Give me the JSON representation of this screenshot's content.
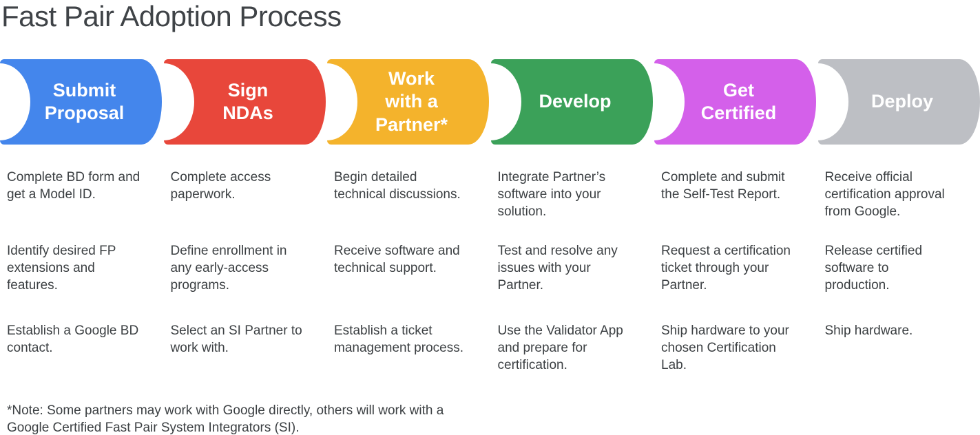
{
  "title": "Fast Pair Adoption Process",
  "note": "*Note: Some partners may work with Google directly, others will work with a\nGoogle Certified Fast Pair System Integrators (SI).",
  "text_color": "#3c4043",
  "stages": [
    {
      "label": "Submit\nProposal",
      "color": "#4486EC",
      "tasks": [
        "Complete BD form and\nget a Model ID.",
        "Identify desired FP\nextensions and\nfeatures.",
        "Establish a Google BD\ncontact."
      ]
    },
    {
      "label": "Sign\nNDAs",
      "color": "#E8473B",
      "tasks": [
        "Complete access\npaperwork.",
        "Define enrollment in\nany early-access\nprograms.",
        "Select an SI Partner to\nwork with."
      ]
    },
    {
      "label": "Work\nwith a\nPartner*",
      "color": "#F4B32C",
      "tasks": [
        "Begin detailed\ntechnical discussions.",
        "Receive software and\ntechnical support.",
        "Establish a ticket\nmanagement process."
      ]
    },
    {
      "label": "Develop",
      "color": "#3BA159",
      "tasks": [
        "Integrate Partner’s\nsoftware into your\nsolution.",
        "Test and resolve any\nissues with your\nPartner.",
        "Use the Validator App\nand prepare for\ncertification."
      ]
    },
    {
      "label": "Get\nCertified",
      "color": "#D460EA",
      "tasks": [
        "Complete and submit\nthe Self-Test Report.",
        "Request a certification\nticket through your\nPartner.",
        "Ship hardware to your\nchosen Certification\nLab."
      ]
    },
    {
      "label": "Deploy",
      "color": "#BDBFC4",
      "tasks": [
        "Receive official\ncertification approval\nfrom Google.",
        "Release certified\nsoftware to\nproduction.",
        "Ship hardware."
      ]
    }
  ]
}
